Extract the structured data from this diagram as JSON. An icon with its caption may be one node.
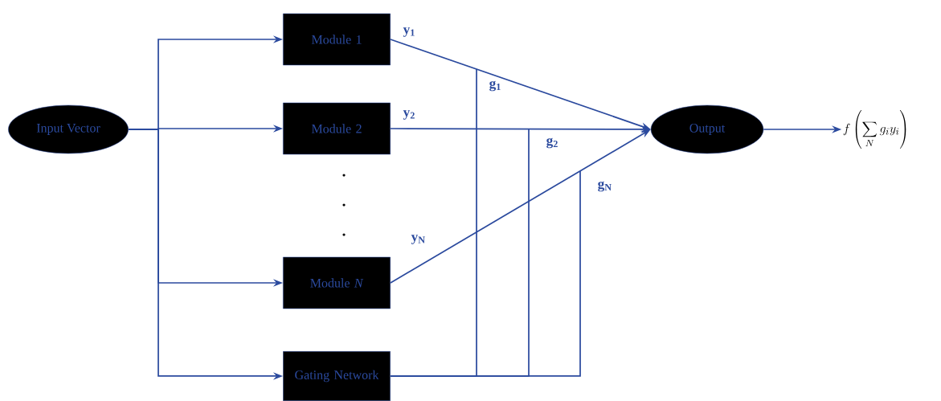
{
  "diagram": {
    "nodes": [
      {
        "text": [
          "Input Vector"
        ]
      },
      {
        "text": [
          "Module 1"
        ]
      },
      {
        "text": [
          "Module 2"
        ]
      },
      {
        "text": [
          "Module *N*"
        ]
      },
      {
        "text": [
          "Gating Network"
        ]
      },
      {
        "text": [
          "Output"
        ]
      },
      {
        "text": [
          "f\\left(\\sum_{N} g_i y_i\\right)"
        ]
      }
    ],
    "edges": [
      {
        "from": 0,
        "to": 1,
        "arrow": "to"
      },
      {
        "from": 0,
        "to": 2,
        "arrow": "to"
      },
      {
        "from": 0,
        "to": 3,
        "arrow": "to"
      },
      {
        "from": 0,
        "to": 4,
        "arrow": "to"
      },
      {
        "from": 1,
        "to": 5,
        "arrow": "to",
        "label": "y$_{1}$"
      },
      {
        "from": 2,
        "to": 5,
        "arrow": "to",
        "label": "y$_{2}$"
      },
      {
        "from": 3,
        "to": 5,
        "arrow": "to",
        "label": "y$_{N}$"
      },
      {
        "from": 4,
        "to": null,
        "arrow": "none",
        "label": "g$_{1}$"
      },
      {
        "from": 4,
        "to": null,
        "arrow": "none",
        "label": "g$_{2}$"
      },
      {
        "from": 4,
        "to": null,
        "arrow": "none",
        "label": "g$_{N}$"
      },
      {
        "from": 5,
        "to": 6,
        "arrow": "to"
      }
    ]
  }
}
